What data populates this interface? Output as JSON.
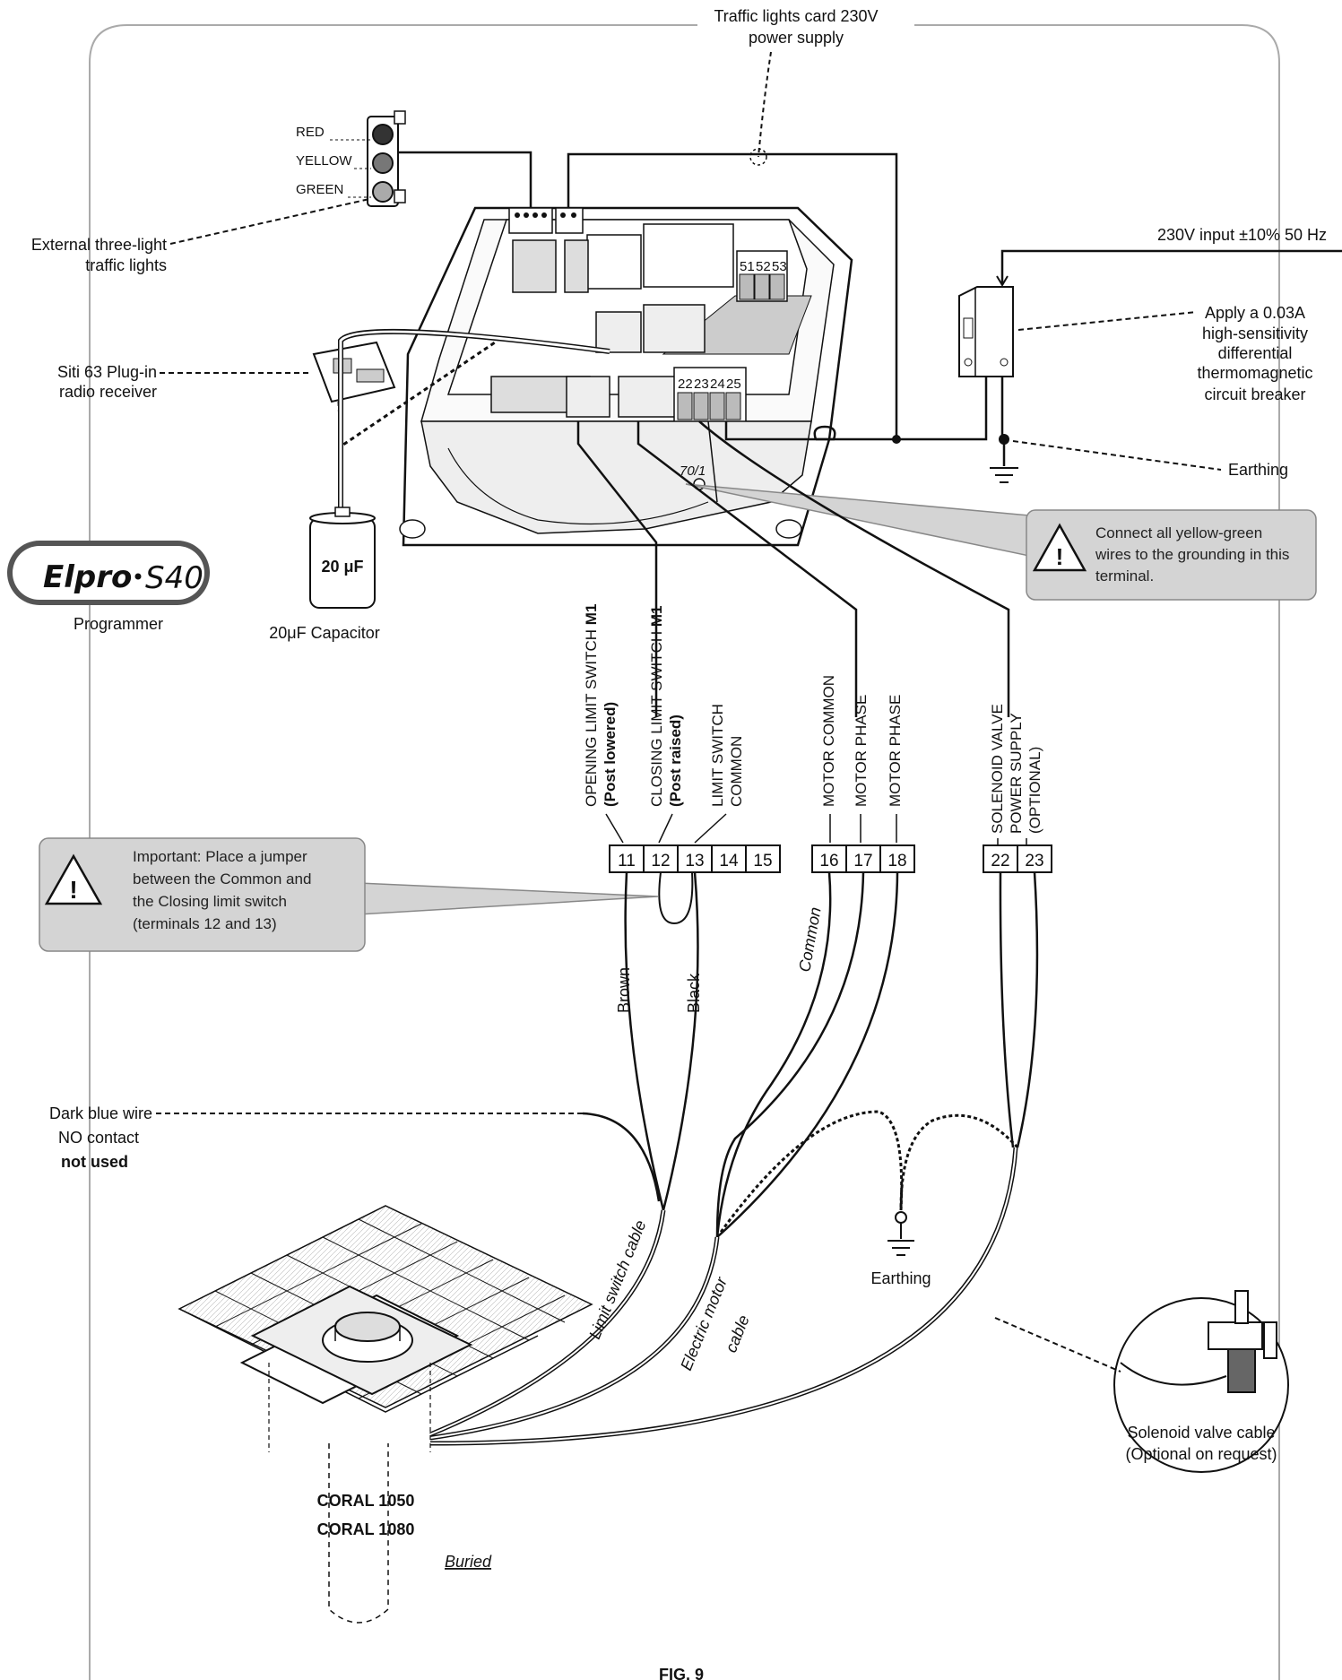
{
  "labels": {
    "traffic_card_1": "Traffic lights card 230V",
    "traffic_card_2": "power supply",
    "red": "RED",
    "yellow": "YELLOW",
    "green": "GREEN",
    "ext_lights_1": "External three-light",
    "ext_lights_2": "traffic lights",
    "siti_1": "Siti 63 Plug-in",
    "siti_2": "radio receiver",
    "input_230": "230V input ±10% 50 Hz",
    "breaker_1": "Apply a 0.03A",
    "breaker_2": "high-sensitivity",
    "breaker_3": "differential",
    "breaker_4": "thermomagnetic",
    "breaker_5": "circuit breaker",
    "earthing_top": "Earthing",
    "earthing_bottom": "Earthing",
    "logo_brand": "Elpro",
    "logo_model": "S40",
    "programmer": "Programmer",
    "capacitor_value": "20 μF",
    "capacitor_label": "20μF Capacitor",
    "ground_terminal_mark": "70/1",
    "dark_blue_1": "Dark blue wire",
    "dark_blue_2": "NO contact",
    "dark_blue_3": "not used",
    "brown": "Brown",
    "black": "Black",
    "common": "Common",
    "limit_cable": "Limit switch cable",
    "motor_cable_1": "Electric motor",
    "motor_cable_2": "cable",
    "solenoid_cable_1": "Solenoid valve cable",
    "solenoid_cable_2": "(Optional on request)",
    "coral_1": "CORAL 1050",
    "coral_2": "CORAL 1080",
    "buried": "Buried",
    "fig": "FIG. 9"
  },
  "board_terminals": [
    "51",
    "52",
    "53"
  ],
  "board_terminals_b": [
    "22",
    "23",
    "24",
    "25"
  ],
  "warnings": {
    "ground": [
      "Connect all yellow-green",
      "wires to the grounding in this",
      "terminal."
    ],
    "jumper": [
      "Important: Place a jumper",
      "between the Common and",
      "the Closing limit switch",
      "(terminals 12 and 13)"
    ]
  },
  "column_labels": {
    "opening_1": "OPENING LIMIT SWITCH",
    "opening_m1": "M1",
    "opening_2": "(Post lowered)",
    "closing_1": "CLOSING LIMIT SWITCH",
    "closing_m1": "M1",
    "closing_2": "(Post raised)",
    "ls_common_1": "LIMIT SWITCH",
    "ls_common_2": "COMMON",
    "motor_common": "MOTOR COMMON",
    "motor_phase_1": "MOTOR PHASE",
    "motor_phase_2": "MOTOR PHASE",
    "solenoid_1": "SOLENOID VALVE",
    "solenoid_2": "POWER SUPPLY",
    "solenoid_3": "(OPTIONAL)"
  },
  "terminal_groups": {
    "limit": [
      "11",
      "12",
      "13",
      "14",
      "15"
    ],
    "motor": [
      "16",
      "17",
      "18"
    ],
    "solenoid": [
      "22",
      "23"
    ]
  },
  "colors": {
    "warning_fill": "#d4d4d4",
    "line": "#111111"
  }
}
